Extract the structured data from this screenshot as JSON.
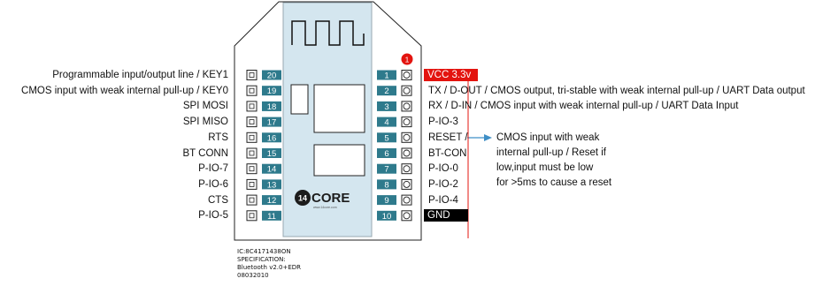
{
  "module": {
    "logo_text": "CORE",
    "logo_badge": "14",
    "logo_tagline": "www.14core.com",
    "marker": "1"
  },
  "pins_left": [
    {
      "num": "20",
      "label": "Programmable input/output line / KEY1"
    },
    {
      "num": "19",
      "label": "CMOS input with weak internal pull-up / KEY0"
    },
    {
      "num": "18",
      "label": "SPI MOSI"
    },
    {
      "num": "17",
      "label": "SPI MISO"
    },
    {
      "num": "16",
      "label": "RTS"
    },
    {
      "num": "15",
      "label": "BT CONN"
    },
    {
      "num": "14",
      "label": "P-IO-7"
    },
    {
      "num": "13",
      "label": "P-IO-6"
    },
    {
      "num": "12",
      "label": "CTS"
    },
    {
      "num": "11",
      "label": "P-IO-5"
    }
  ],
  "pins_right": [
    {
      "num": "1",
      "label": "VCC 3.3v",
      "style": "vcc"
    },
    {
      "num": "2",
      "label": "TX / D-OUT / CMOS output, tri-stable with weak internal pull-up / UART Data output",
      "style": "plain"
    },
    {
      "num": "3",
      "label": "RX / D-IN / CMOS input with weak internal pull-up / UART Data Input",
      "style": "plain"
    },
    {
      "num": "4",
      "label": "P-IO-3",
      "style": "plain"
    },
    {
      "num": "5",
      "label": "RESET /",
      "style": "plain"
    },
    {
      "num": "6",
      "label": "BT-CON",
      "style": "plain"
    },
    {
      "num": "7",
      "label": "P-IO-0",
      "style": "plain"
    },
    {
      "num": "8",
      "label": "P-IO-2",
      "style": "plain"
    },
    {
      "num": "9",
      "label": "P-IO-4",
      "style": "plain"
    },
    {
      "num": "10",
      "label": "GND",
      "style": "gnd"
    }
  ],
  "reset_note": [
    "CMOS input with weak",
    "internal pull-up / Reset if",
    "low,input must be low",
    "for >5ms to cause a reset"
  ],
  "spec": [
    "IC:8C4171438ON",
    "SPECIFICATION:",
    "Bluetooth v2.0+EDR",
    "08032010"
  ],
  "colors": {
    "board_fill": "#d4e6ef",
    "pin_number_bg": "#2e7a8c",
    "vcc_bg": "#e3140f",
    "gnd_bg": "#000000",
    "marker_red": "#e3140f",
    "arrow": "#3f8fc6"
  }
}
